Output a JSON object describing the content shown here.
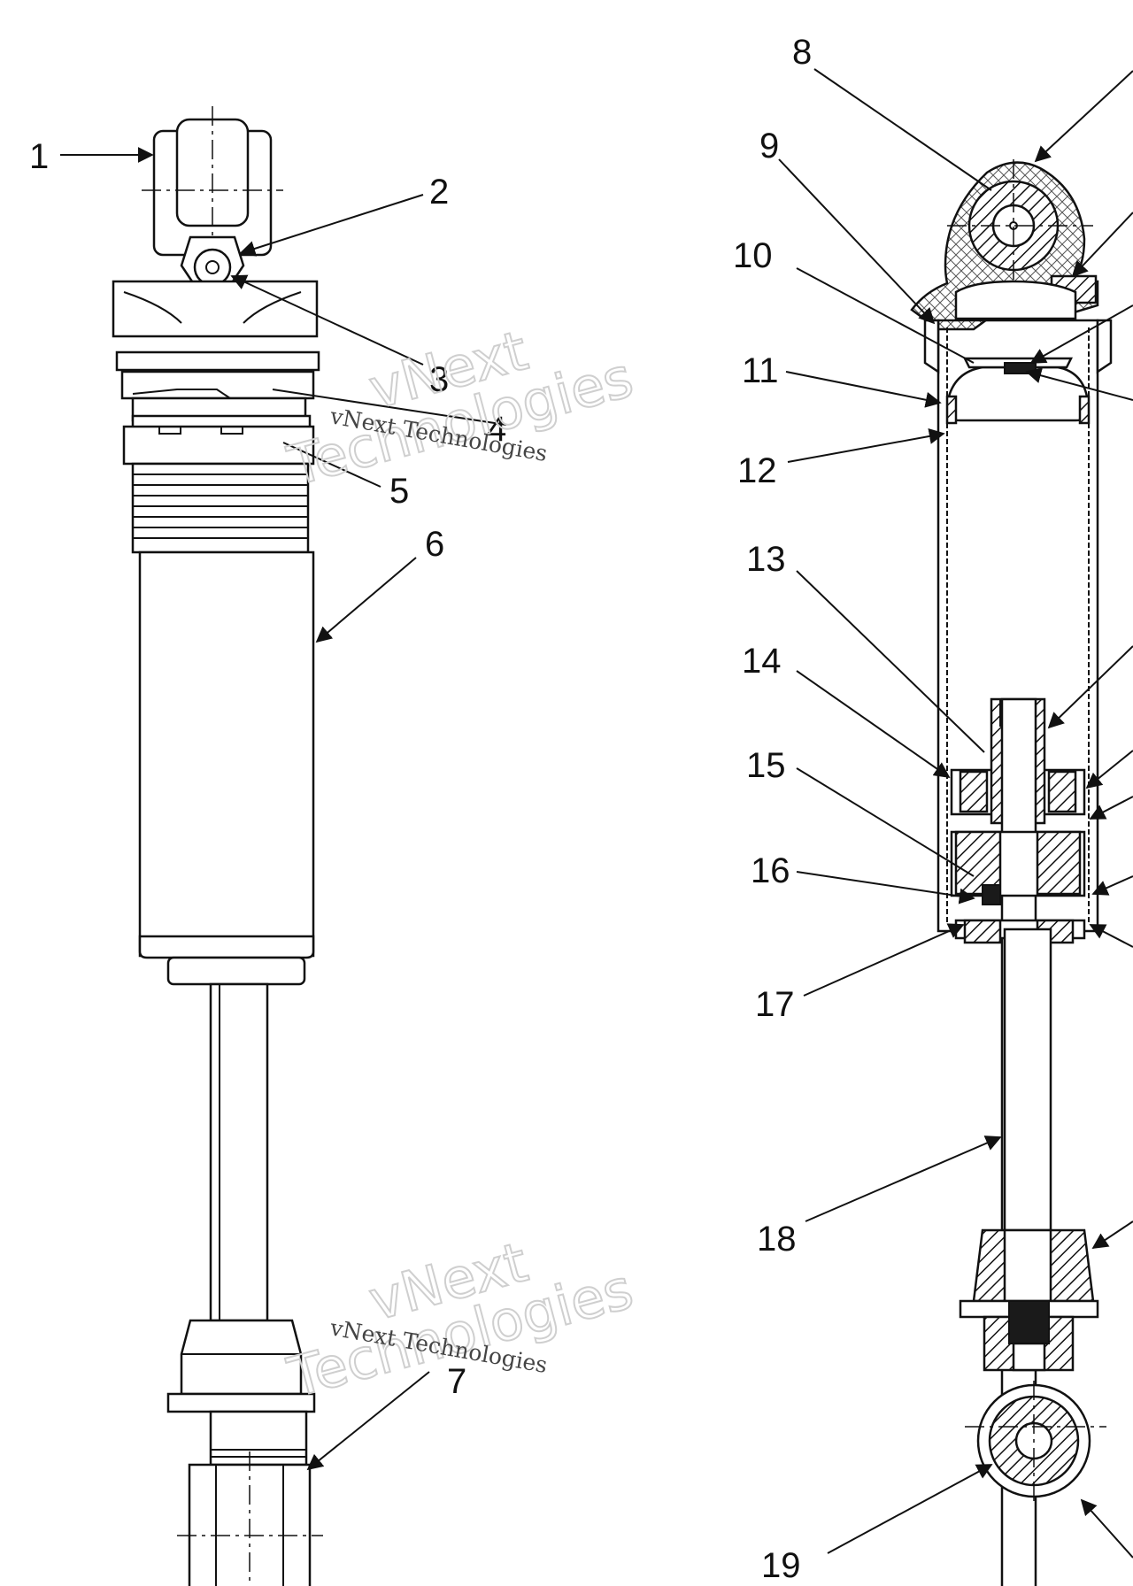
{
  "callouts": [
    {
      "id": "1",
      "label": "1"
    },
    {
      "id": "2",
      "label": "2"
    },
    {
      "id": "3",
      "label": "3"
    },
    {
      "id": "4",
      "label": "4"
    },
    {
      "id": "5",
      "label": "5"
    },
    {
      "id": "6",
      "label": "6"
    },
    {
      "id": "7",
      "label": "7"
    },
    {
      "id": "8",
      "label": "8"
    },
    {
      "id": "9",
      "label": "9"
    },
    {
      "id": "10",
      "label": "10"
    },
    {
      "id": "11",
      "label": "11"
    },
    {
      "id": "12",
      "label": "12"
    },
    {
      "id": "13",
      "label": "13"
    },
    {
      "id": "14",
      "label": "14"
    },
    {
      "id": "15",
      "label": "15"
    },
    {
      "id": "16",
      "label": "16"
    },
    {
      "id": "17",
      "label": "17"
    },
    {
      "id": "18",
      "label": "18"
    },
    {
      "id": "19",
      "label": "19"
    }
  ],
  "watermarks": [
    {
      "line1": "vNext",
      "line2": "Technologies",
      "caption": "vNext Technologies"
    },
    {
      "line1": "vNext",
      "line2": "Technologies",
      "caption": "vNext Technologies"
    }
  ]
}
